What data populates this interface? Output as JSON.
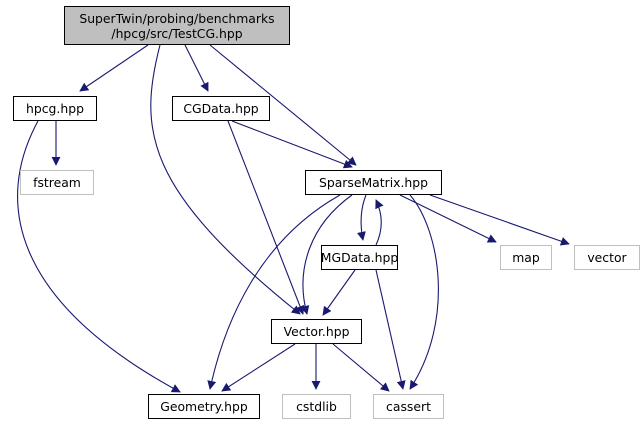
{
  "diagram": {
    "nodes": {
      "root": {
        "label": "SuperTwin/probing/benchmarks\n/hpcg/src/TestCG.hpp"
      },
      "hpcg": {
        "label": "hpcg.hpp"
      },
      "cgdata": {
        "label": "CGData.hpp"
      },
      "fstream": {
        "label": "fstream"
      },
      "sparse": {
        "label": "SparseMatrix.hpp"
      },
      "mgdata": {
        "label": "MGData.hpp"
      },
      "map": {
        "label": "map"
      },
      "vector_std": {
        "label": "vector"
      },
      "vector_hpp": {
        "label": "Vector.hpp"
      },
      "geometry": {
        "label": "Geometry.hpp"
      },
      "cstdlib": {
        "label": "cstdlib"
      },
      "cassert": {
        "label": "cassert"
      }
    },
    "edges": [
      [
        "root",
        "hpcg"
      ],
      [
        "root",
        "cgdata"
      ],
      [
        "root",
        "sparse"
      ],
      [
        "root",
        "vector_hpp"
      ],
      [
        "hpcg",
        "fstream"
      ],
      [
        "hpcg",
        "geometry"
      ],
      [
        "cgdata",
        "sparse"
      ],
      [
        "cgdata",
        "vector_hpp"
      ],
      [
        "sparse",
        "geometry"
      ],
      [
        "sparse",
        "vector_hpp"
      ],
      [
        "sparse",
        "cassert"
      ],
      [
        "sparse",
        "mgdata"
      ],
      [
        "mgdata",
        "sparse"
      ],
      [
        "sparse",
        "map"
      ],
      [
        "sparse",
        "vector_std"
      ],
      [
        "mgdata",
        "vector_hpp"
      ],
      [
        "mgdata",
        "cassert"
      ],
      [
        "vector_hpp",
        "geometry"
      ],
      [
        "vector_hpp",
        "cstdlib"
      ],
      [
        "vector_hpp",
        "cassert"
      ]
    ],
    "colors": {
      "edge": "#191970",
      "root_fill": "#bfbfbf",
      "node_border": "#000000",
      "system_border": "#bfbfbf"
    }
  }
}
